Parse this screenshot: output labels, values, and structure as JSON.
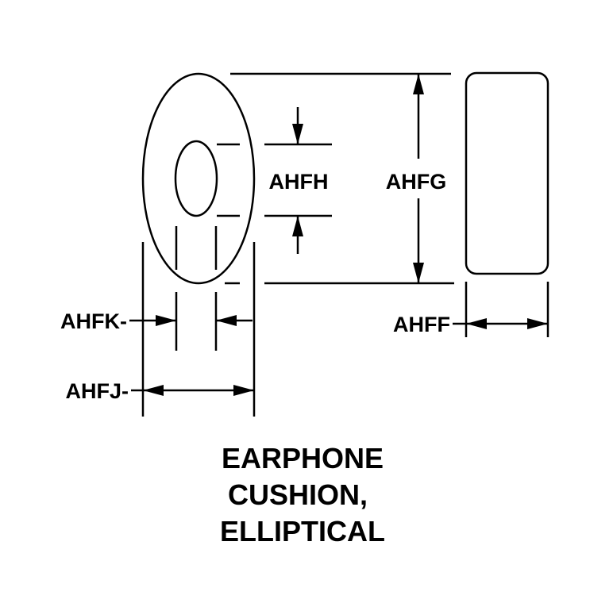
{
  "dimensions": {
    "AHFH": "AHFH",
    "AHFG": "AHFG",
    "AHFK": "AHFK",
    "AHFJ": "AHFJ",
    "AHFF": "AHFF"
  },
  "title": {
    "line1": "EARPHONE",
    "line2": "CUSHION,",
    "line3": "ELLIPTICAL"
  },
  "colors": {
    "ink": "#000000",
    "background": "#ffffff"
  }
}
